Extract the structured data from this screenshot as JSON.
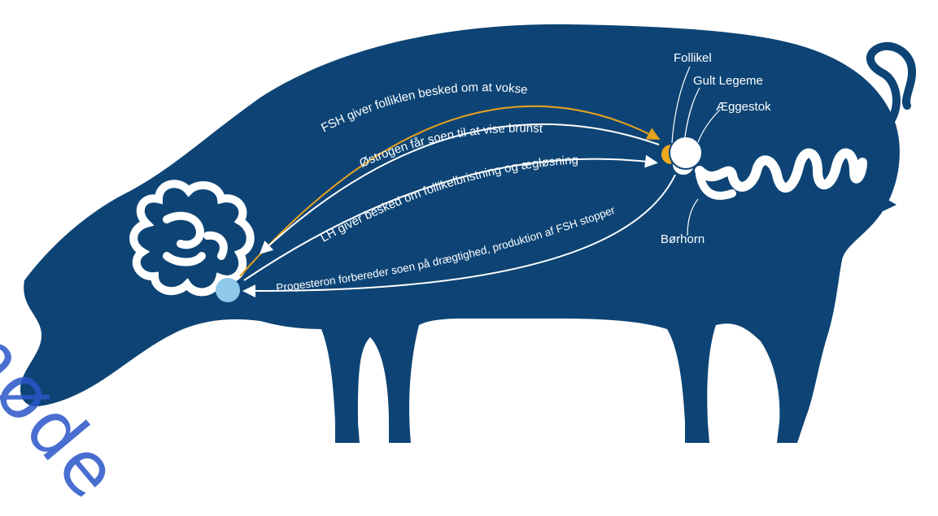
{
  "top_caption": "",
  "labels": {
    "follikel": "Follikel",
    "gult_legeme": "Gult Legeme",
    "eggestok": "Æggestok",
    "borhorn": "Børhorn"
  },
  "pathways": {
    "fsh": "FSH giver folliklen besked om at vokse",
    "ostrogen": "Østrogen får soen til at vise brunst",
    "lh": "LH giver besked om follikelbristning og ægløsning",
    "progesteron": "Progesteron forbereder soen på drægtighed, produktion af FSH stopper"
  },
  "watermark": "møde",
  "colors": {
    "body": "#0d4475",
    "arrow_white": "#ffffff",
    "arrow_orange": "#e8a21c",
    "hypothalamus": "#8ec9ec",
    "follicle": "#f0a81c"
  }
}
